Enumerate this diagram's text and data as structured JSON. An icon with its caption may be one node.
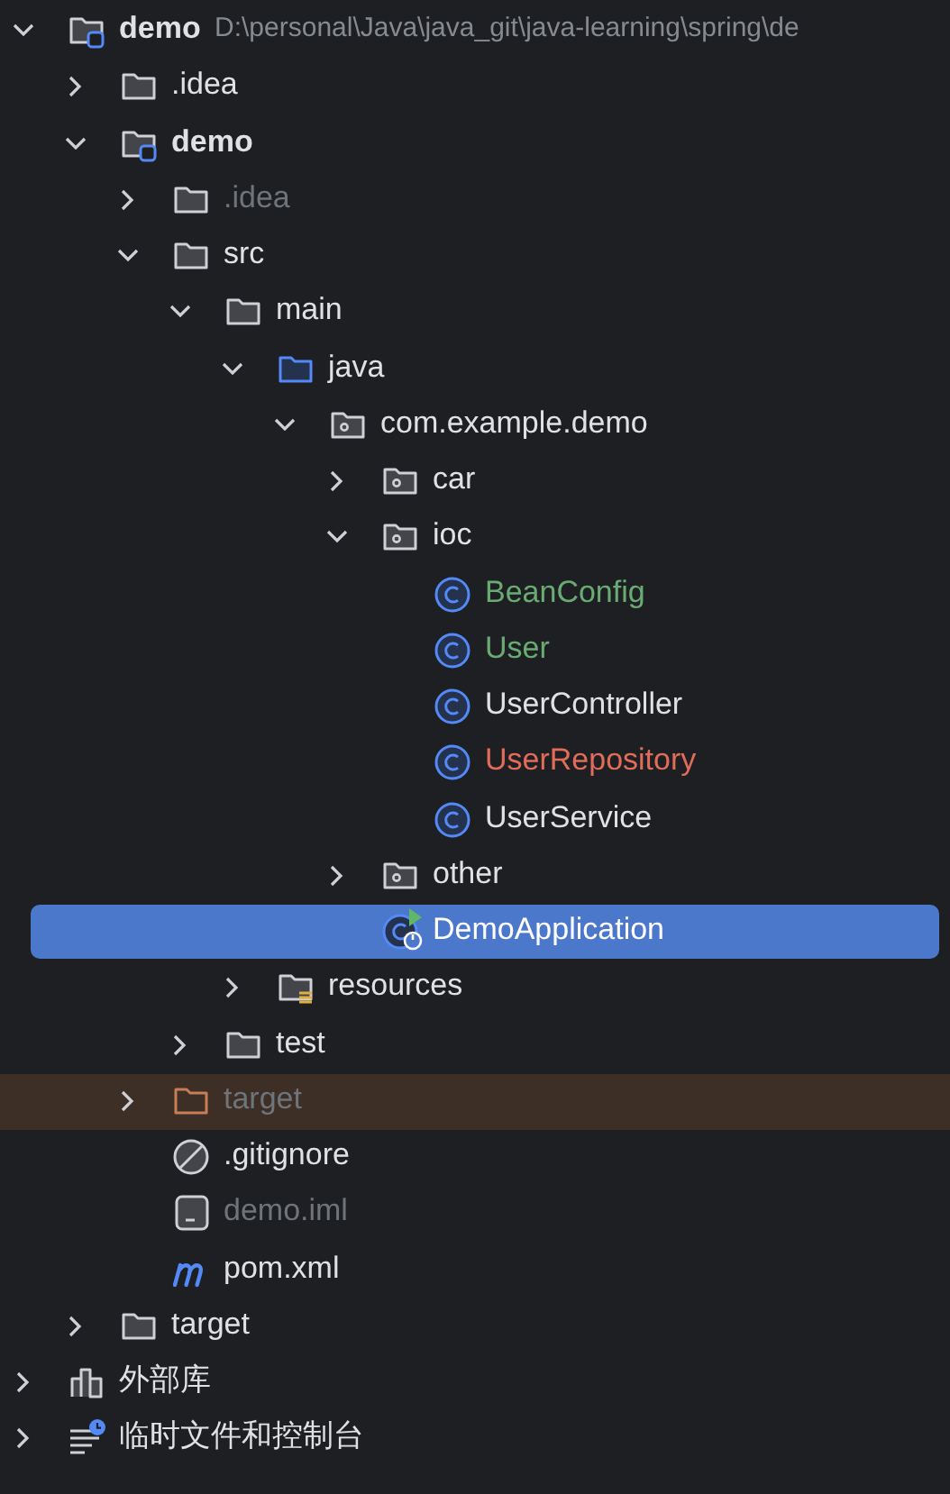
{
  "diagram": {
    "nodes": [
      {
        "text": [
          "DemoApplication"
        ]
      },
      {
        "text": [
          "target"
        ]
      }
    ],
    "labels": [
      "demo",
      "D:\\personal\\Java\\java_git\\java-learning\\spring\\de",
      ".idea",
      "demo",
      ".idea",
      "src",
      "main",
      "java",
      "com.example.demo",
      "car",
      "ioc",
      "BeanConfig",
      "User",
      "UserController",
      "UserRepository",
      "UserService",
      "other",
      "resources",
      "test",
      ".gitignore",
      "demo.iml",
      "pom.xml",
      "target",
      "外部库",
      "临时文件和控制台"
    ]
  }
}
